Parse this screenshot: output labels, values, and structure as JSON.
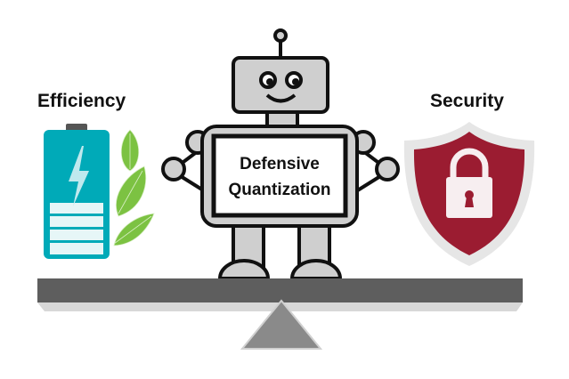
{
  "labels": {
    "left": "Efficiency",
    "right": "Security",
    "robot_screen_line1": "Defensive",
    "robot_screen_line2": "Quantization"
  },
  "colors": {
    "battery": "#00aab8",
    "leaf": "#7cc242",
    "shield_outer": "#e6e6e6",
    "shield_inner": "#9b1c31",
    "beam": "#5e5e5e",
    "fulcrum": "#8a8a8a",
    "robot": "#cfcfcf"
  }
}
